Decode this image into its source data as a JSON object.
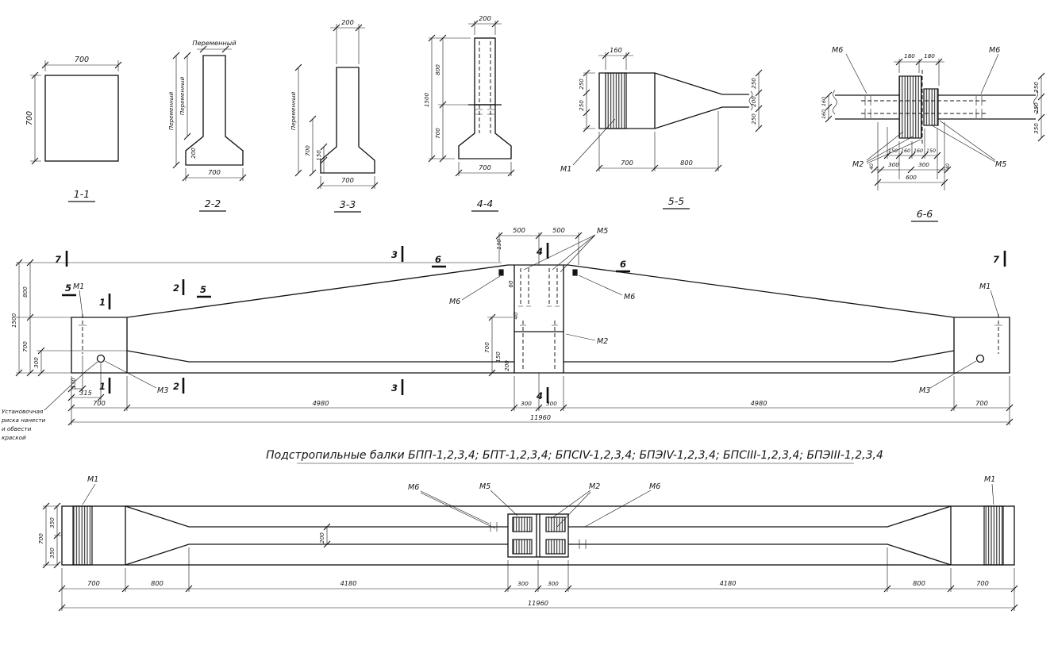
{
  "colors": {
    "ink": "#141414",
    "paper": "#ffffff"
  },
  "title": "Подстропильные балки БПП-1,2,3,4; БПТ-1,2,3,4; БПСIV-1,2,3,4; БПЭIV-1,2,3,4; БПСIII-1,2,3,4; БПЭIII-1,2,3,4",
  "sections": {
    "s1": {
      "label": "1-1",
      "dim_top": "700",
      "dim_left": "700"
    },
    "s2": {
      "label": "2-2",
      "dim_top": "Переменный",
      "dim_left_outer": "Переменный",
      "dim_left_inner": "Переменный",
      "dim_flange": "200",
      "dim_bottom": "700"
    },
    "s3": {
      "label": "3-3",
      "dim_top": "200",
      "dim_left_outer": "Переменный",
      "dim_left_a": "700",
      "dim_left_b": "150",
      "dim_bottom": "700"
    },
    "s4": {
      "label": "4-4",
      "dim_top": "200",
      "dim_total": "1500",
      "dim_upper": "800",
      "dim_lower": "700",
      "dim_bottom": "700"
    },
    "s5": {
      "label": "5-5",
      "dim_top": "160",
      "left_a": "250",
      "left_b": "250",
      "right_a": "250",
      "right_b": "200",
      "right_c": "250",
      "dim_700": "700",
      "dim_800": "800",
      "mark_m1": "М1"
    },
    "s6": {
      "label": "6-6",
      "mark_m6l": "М6",
      "mark_m6r": "М6",
      "mark_m2": "М2",
      "mark_m5": "М5",
      "top_a": "180",
      "top_b": "180",
      "left_a": "160",
      "left_b": "160",
      "right_a": "250",
      "right_b": "250",
      "right_c": "350",
      "row1": [
        "150",
        "160",
        "160",
        "150"
      ],
      "d40l": "40",
      "d40r": "40",
      "d300l": "300",
      "d300r": "300",
      "d600": "600"
    }
  },
  "elevation": {
    "d1500": "1500",
    "d800": "800",
    "d700l": "700",
    "d300": "300",
    "cut7l": "7",
    "cut3t": "3",
    "cut6l": "6",
    "cut4t": "4",
    "cut6r": "6",
    "cut7r": "7",
    "cut5a": "5",
    "cut5b": "5",
    "cut1t": "1",
    "cut2t": "2",
    "cut1b": "1",
    "cut2b": "2",
    "cut3b": "3",
    "cut4b": "4",
    "m1l": "М1",
    "m1r": "М1",
    "m3l": "М3",
    "m3r": "М3",
    "m5": "М5",
    "m6l": "М6",
    "m6r": "М6",
    "m2": "М2",
    "d130a": "130",
    "d500l": "500",
    "d500r": "500",
    "d60": "60",
    "d40": "40",
    "d700m": "700",
    "d150m": "150",
    "d200m": "200",
    "d130b": "130",
    "d315": "315",
    "d700el": "700",
    "d700er": "700",
    "d4980l": "4980",
    "d300l": "300",
    "d300r": "300",
    "d4980r": "4980",
    "total": "11960",
    "note1": "Установочная",
    "note2": "риска нанести",
    "note3": "и обвести",
    "note4": "краской"
  },
  "plan": {
    "m1l": "М1",
    "m6l": "М6",
    "m5": "М5",
    "m2": "М2",
    "m6r": "М6",
    "m1r": "М1",
    "d700side": "700",
    "d350a": "350",
    "d350b": "350",
    "d200web": "200",
    "d700a": "700",
    "d800a": "800",
    "d4180l": "4180",
    "d300l": "300",
    "d300r": "300",
    "d4180r": "4180",
    "d800b": "800",
    "d700b": "700",
    "total": "11960"
  }
}
